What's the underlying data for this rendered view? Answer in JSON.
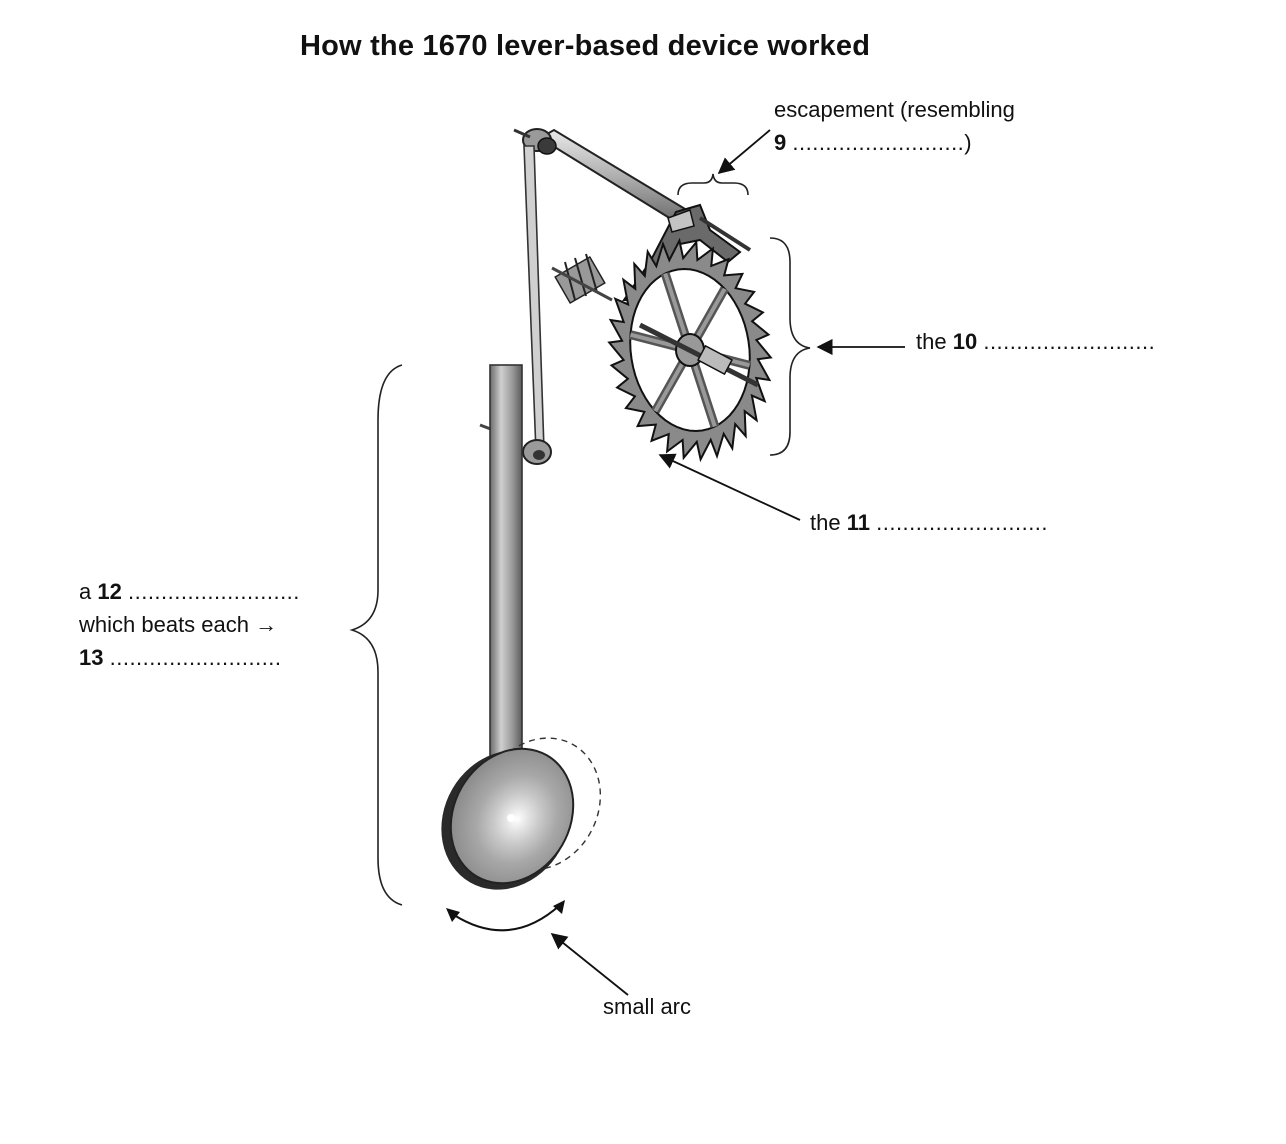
{
  "title": "How the 1670 lever-based device worked",
  "labels": {
    "escapement": {
      "line1": "escapement (resembling",
      "num": "9",
      "dots": "..........................)"
    },
    "q10": {
      "prefix": "the",
      "num": "10",
      "dots": ".........................."
    },
    "q11": {
      "prefix": "the",
      "num": "11",
      "dots": ".........................."
    },
    "q12": {
      "prefix": "a",
      "num": "12",
      "dots": "..........................",
      "line2": "which beats each",
      "arrow": "→",
      "num2": "13",
      "dots2": ".........................."
    },
    "arc": {
      "text": "small arc"
    }
  }
}
